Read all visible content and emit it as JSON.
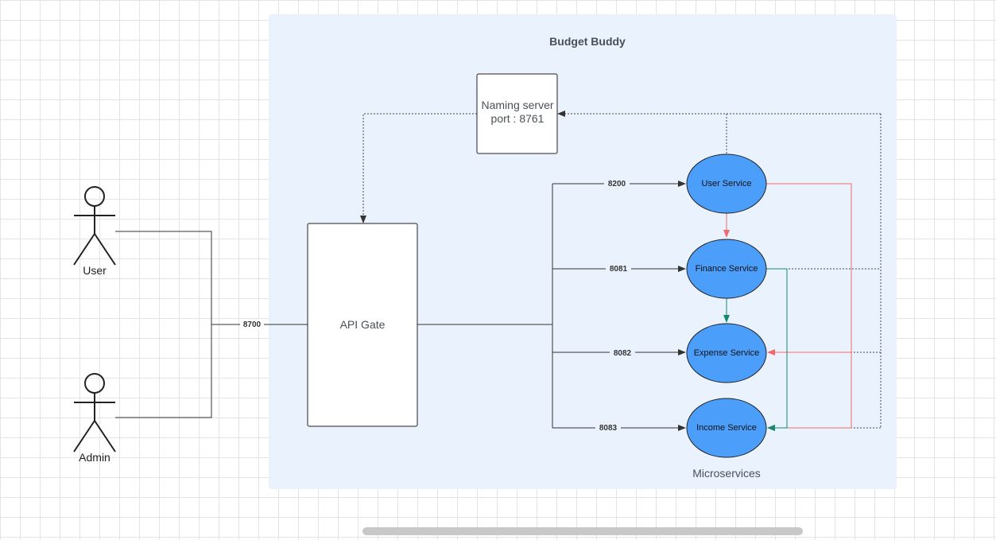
{
  "diagram": {
    "title": "Budget Buddy",
    "actors": {
      "user": "User",
      "admin": "Admin"
    },
    "naming_server": {
      "line1": "Naming server",
      "line2": "port : 8761"
    },
    "api_gate": "API Gate",
    "services": {
      "user": "User Service",
      "finance": "Finance Service",
      "expense": "Expense Service",
      "income": "Income Service"
    },
    "ports": {
      "gateway": "8700",
      "user": "8200",
      "finance": "8081",
      "expense": "8082",
      "income": "8083"
    },
    "group_label": "Microservices"
  },
  "colors": {
    "container": "#eaf3fd",
    "service_fill": "#4c9efb",
    "red_arrow": "#f06a6a",
    "green_arrow": "#138a6e"
  }
}
